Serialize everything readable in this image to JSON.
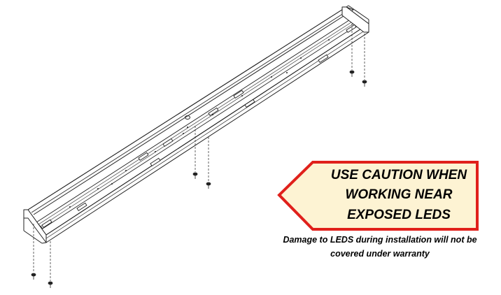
{
  "diagram": {
    "caution": {
      "lines": [
        "USE CAUTION WHEN",
        "WORKING NEAR",
        "EXPOSED LEDS"
      ],
      "border_color": "#e0201b",
      "fill_color": "#fdf3d3"
    },
    "note": {
      "lines": [
        "Damage to LEDS during installation will not be",
        "covered under warranty"
      ]
    },
    "fixture": {
      "line_color": "#222222",
      "screw_count": 6
    }
  }
}
